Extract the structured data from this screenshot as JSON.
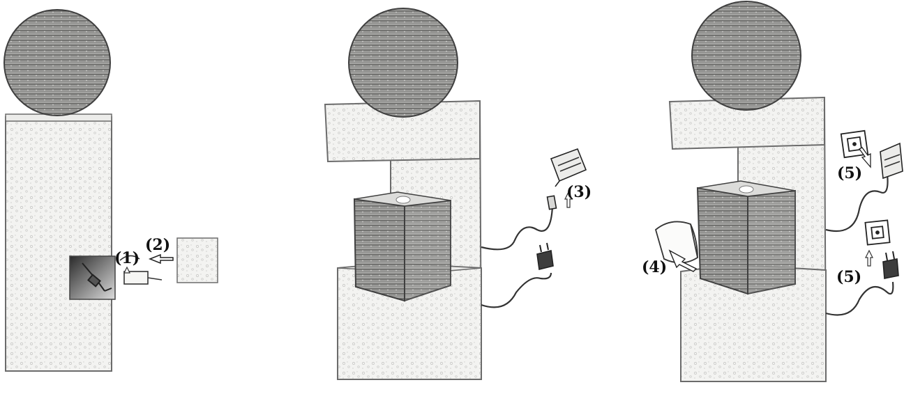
{
  "steps": {
    "step1": "(1)",
    "step2": "(2)",
    "step3": "(3)",
    "step4": "(4)",
    "step5_socket": "(5)",
    "step5_plug": "(5)"
  },
  "colors": {
    "stone_fill": "#f1f1ef",
    "stone_line": "#6b6b6b",
    "ball_fill": "#9a9a98",
    "texture": "#b8b8b6",
    "cable": "#333333"
  }
}
